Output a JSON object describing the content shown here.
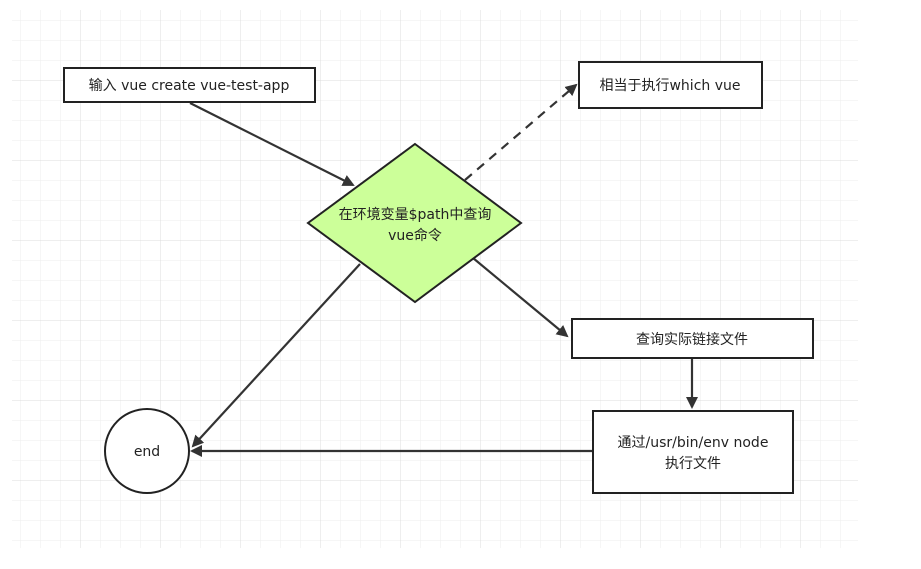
{
  "diagram": {
    "nodes": {
      "input": {
        "label": "输入 vue create vue-test-app"
      },
      "which": {
        "label": "相当于执行which vue"
      },
      "decision": {
        "line1": "在环境变量$path中查询",
        "line2": "vue命令"
      },
      "lookup": {
        "label": "查询实际链接文件"
      },
      "execute": {
        "line1": "通过/usr/bin/env node",
        "line2": "执行文件"
      },
      "end": {
        "label": "end"
      }
    }
  },
  "colors": {
    "decision_fill": "#ccff99",
    "stroke": "#222222",
    "grid": "#e6e6e6"
  }
}
